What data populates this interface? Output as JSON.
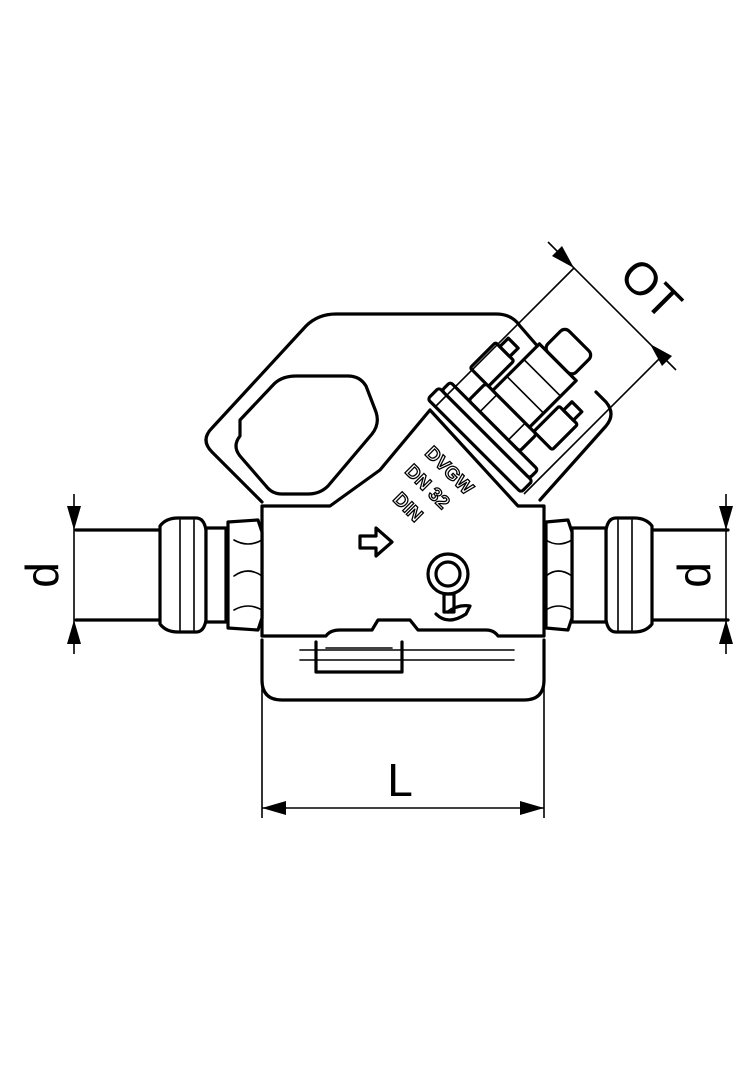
{
  "dimensions": {
    "body_length": "L",
    "pipe_left": "d",
    "pipe_right": "d",
    "top_clearance": "OT"
  },
  "body_markings": [
    "DVGW",
    "DN 32",
    "DIN"
  ],
  "flow_direction_icon": "arrow-right-icon"
}
